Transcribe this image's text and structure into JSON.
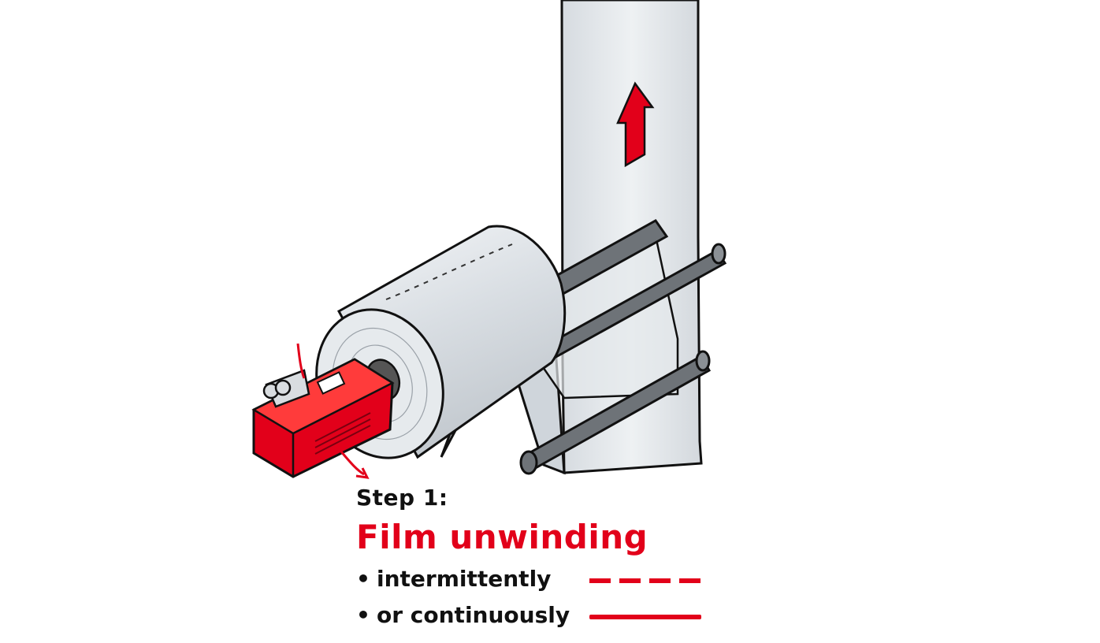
{
  "caption": {
    "step": "Step 1:",
    "title": "Film unwinding",
    "bullets": [
      {
        "text": "intermittently",
        "line_style": "dashed"
      },
      {
        "text": "or continuously",
        "line_style": "solid"
      }
    ]
  },
  "colors": {
    "accent": "#e2001a",
    "outline": "#111111",
    "film": "#dfe3e7",
    "motor": "#e2001a"
  },
  "icons": {
    "direction": "up-arrow-icon",
    "motor": "servo-motor-icon"
  }
}
